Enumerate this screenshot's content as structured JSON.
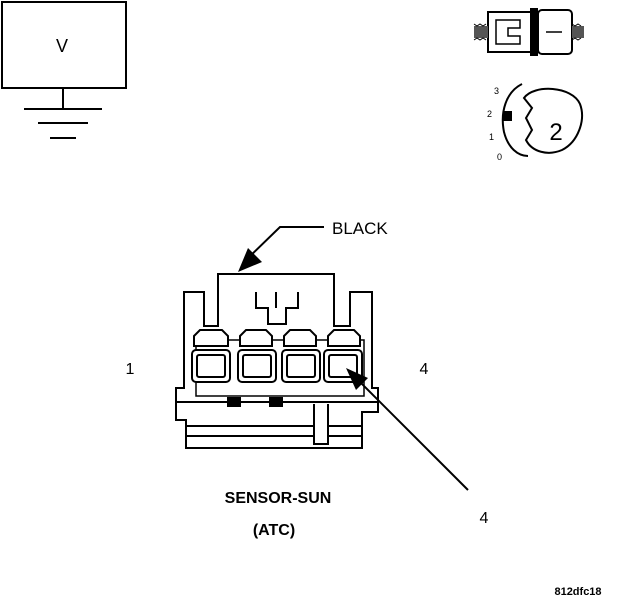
{
  "meter": {
    "label": "V"
  },
  "ignition": {
    "positions": [
      "3",
      "2",
      "1",
      "0"
    ],
    "selected": "2"
  },
  "connector": {
    "color_callout": "BLACK",
    "pin_left": "1",
    "pin_right": "4",
    "callout_pin": "4",
    "title": "SENSOR-SUN",
    "subtitle": "(ATC)"
  },
  "figure_id": "812dfc18",
  "colors": {
    "ink": "#000000",
    "paper": "#ffffff"
  }
}
